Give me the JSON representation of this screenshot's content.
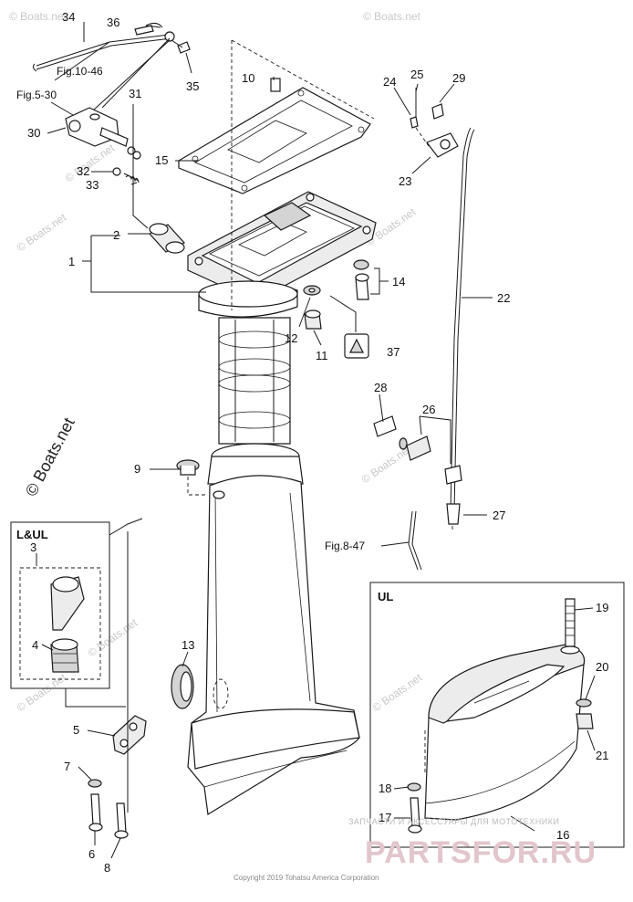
{
  "callouts": {
    "c1": "1",
    "c2": "2",
    "c3": "3",
    "c4": "4",
    "c5": "5",
    "c6": "6",
    "c7": "7",
    "c8": "8",
    "c9": "9",
    "c10": "10",
    "c11": "11",
    "c12": "12",
    "c13": "13",
    "c14": "14",
    "c15": "15",
    "c16": "16",
    "c17": "17",
    "c18": "18",
    "c19": "19",
    "c20": "20",
    "c21": "21",
    "c22": "22",
    "c23": "23",
    "c24": "24",
    "c25": "25",
    "c26": "26",
    "c27": "27",
    "c28": "28",
    "c29": "29",
    "c30": "30",
    "c31": "31",
    "c32": "32",
    "c33": "33",
    "c34": "34",
    "c35": "35",
    "c36": "36",
    "c37": "37"
  },
  "references": {
    "fig_10_46": "Fig.10-46",
    "fig_5_30": "Fig.5-30",
    "fig_8_47": "Fig.8-47"
  },
  "boxes": {
    "lul_title": "L&UL",
    "ul_title": "UL"
  },
  "watermarks": {
    "boats_net": "© Boats.net",
    "shop_line": "ЗАПЧАСТИ И АКСЕССУАРЫ ДЛЯ МОТОТЕХНИКИ",
    "shop_logo": "PARTSFOR.RU",
    "copyright": "Copyright 2019 Tohatsu America Corporation"
  },
  "colors": {
    "ink": "#1a1a1a",
    "paper": "#ffffff",
    "watermark_grey": "#c8c8c8",
    "shop_pink": "#e2c6cc"
  }
}
